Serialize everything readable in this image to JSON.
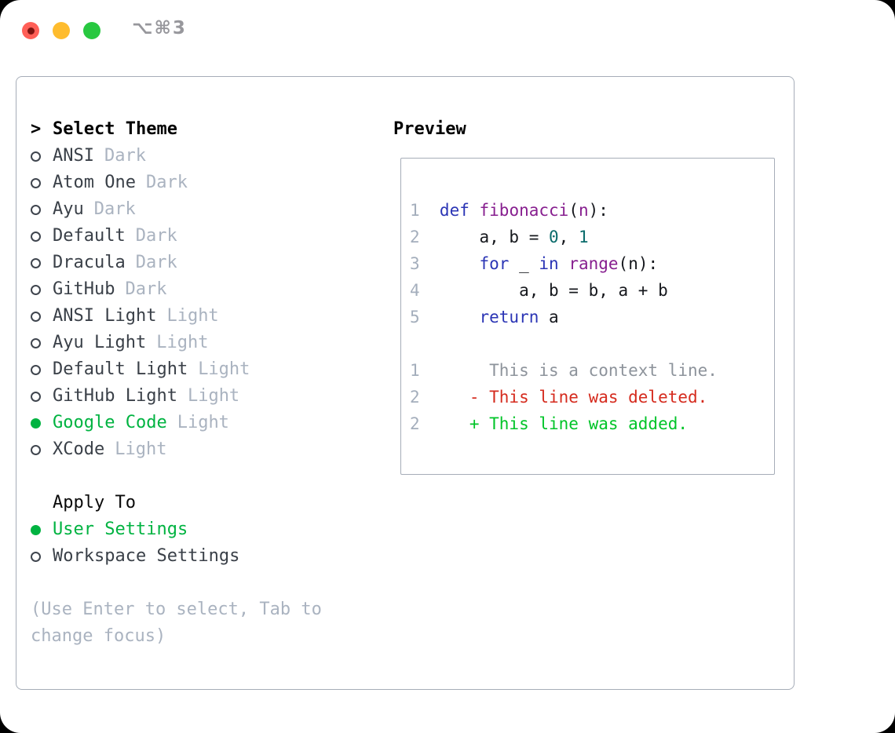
{
  "titlebar": {
    "title": "⌥⌘3"
  },
  "icons": {
    "traffic_close": "red-circle-with-dot",
    "traffic_minimize": "yellow-circle",
    "traffic_zoom": "green-circle",
    "radio_unselected": "open-circle",
    "radio_selected": "filled-green-circle",
    "header_caret": ">"
  },
  "panel": {
    "select_theme": {
      "prefix": ">",
      "label": "Select Theme"
    },
    "themes": [
      {
        "name": "ANSI",
        "variant": "Dark",
        "selected": false
      },
      {
        "name": "Atom One",
        "variant": "Dark",
        "selected": false
      },
      {
        "name": "Ayu",
        "variant": "Dark",
        "selected": false
      },
      {
        "name": "Default",
        "variant": "Dark",
        "selected": false
      },
      {
        "name": "Dracula",
        "variant": "Dark",
        "selected": false
      },
      {
        "name": "GitHub",
        "variant": "Dark",
        "selected": false
      },
      {
        "name": "ANSI Light",
        "variant": "Light",
        "selected": false
      },
      {
        "name": "Ayu Light",
        "variant": "Light",
        "selected": false
      },
      {
        "name": "Default Light",
        "variant": "Light",
        "selected": false
      },
      {
        "name": "GitHub Light",
        "variant": "Light",
        "selected": false
      },
      {
        "name": "Google Code",
        "variant": "Light",
        "selected": true
      },
      {
        "name": "XCode",
        "variant": "Light",
        "selected": false
      }
    ],
    "apply_to": {
      "label": "Apply To",
      "options": [
        {
          "label": "User Settings",
          "selected": true
        },
        {
          "label": "Workspace Settings",
          "selected": false
        }
      ]
    },
    "help": "(Use Enter to select, Tab to change focus)"
  },
  "preview": {
    "label": "Preview",
    "lines": [
      {
        "num": "1",
        "tokens": [
          [
            "def",
            "kw"
          ],
          [
            " ",
            "pl"
          ],
          [
            "fibonacci",
            "fn"
          ],
          [
            "(",
            "pl"
          ],
          [
            "n",
            "fn"
          ],
          [
            "):",
            "pl"
          ]
        ]
      },
      {
        "num": "2",
        "tokens": [
          [
            "    a, b = ",
            "pl"
          ],
          [
            "0",
            "nm"
          ],
          [
            ", ",
            "pl"
          ],
          [
            "1",
            "nm"
          ]
        ]
      },
      {
        "num": "3",
        "tokens": [
          [
            "    ",
            "pl"
          ],
          [
            "for",
            "kw"
          ],
          [
            " _ ",
            "pl"
          ],
          [
            "in",
            "kw"
          ],
          [
            " ",
            "pl"
          ],
          [
            "range",
            "fn"
          ],
          [
            "(n):",
            "pl"
          ]
        ]
      },
      {
        "num": "4",
        "tokens": [
          [
            "        a, b = b, a + b",
            "pl"
          ]
        ]
      },
      {
        "num": "5",
        "tokens": [
          [
            "    ",
            "pl"
          ],
          [
            "return",
            "kw"
          ],
          [
            " a",
            "pl"
          ]
        ]
      },
      {
        "num": "",
        "tokens": []
      },
      {
        "num": "1",
        "tokens": [
          [
            "     This is a context line.",
            "ctx"
          ]
        ]
      },
      {
        "num": "2",
        "tokens": [
          [
            "   - This line was deleted.",
            "del"
          ]
        ]
      },
      {
        "num": "2",
        "tokens": [
          [
            "   + This line was added.",
            "add"
          ]
        ]
      }
    ]
  },
  "colors": {
    "accent_green": "#00b341",
    "keyword_blue": "#2b35b5",
    "function_purple": "#871f8f",
    "number_teal": "#0a6b6b",
    "context_gray": "#8d939b",
    "deleted_red": "#d52b1e",
    "added_green": "#00c428",
    "panel_border": "#a6adb8",
    "muted_text": "#aab3c0",
    "list_text": "#3a4048",
    "traffic_red": "#ff5f57",
    "traffic_yellow": "#febc2e",
    "traffic_green": "#28c840"
  }
}
